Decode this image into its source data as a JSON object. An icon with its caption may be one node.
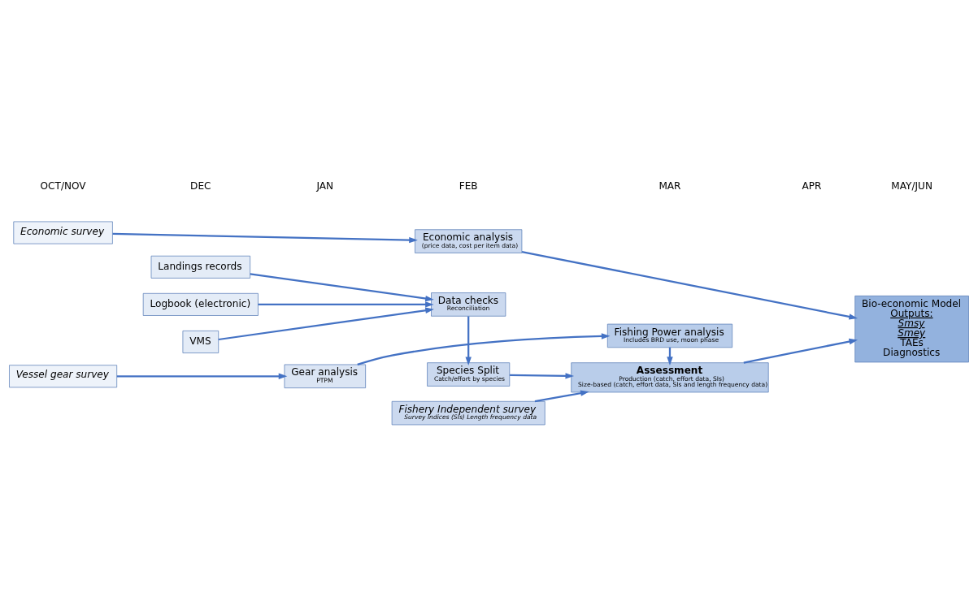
{
  "diagram": {
    "nodes": [
      {
        "text": [
          "Economic survey"
        ]
      },
      {
        "text": [
          "Economic analysis",
          "(price data, cost per item data)"
        ]
      },
      {
        "text": [
          "Landings records"
        ]
      },
      {
        "text": [
          "Logbook (electronic)"
        ]
      },
      {
        "text": [
          "VMS"
        ]
      },
      {
        "text": [
          "Data checks",
          "Reconciliation"
        ]
      },
      {
        "text": [
          "Species Split",
          "Catch/effort by species"
        ]
      },
      {
        "text": [
          "Assessment",
          "Production (catch, effort data, SIs)",
          "Size-based (catch, effort data, SIs and length frequency data)"
        ]
      },
      {
        "text": [
          "Bio-economic Model",
          "Outputs:",
          "Smsy",
          "Smey",
          "TAEs",
          "Diagnostics"
        ]
      },
      {
        "text": [
          "Vessel gear survey"
        ]
      },
      {
        "text": [
          "Gear analysis",
          "PTPM"
        ]
      },
      {
        "text": [
          "Fishing Power analysis",
          "Includes BRD use, moon phase"
        ]
      },
      {
        "text": [
          "Fishery Independent survey",
          "Survey Indices (SIs) Length frequency data"
        ]
      }
    ],
    "edges": [
      {
        "from": 0,
        "to": 1,
        "arrow": "to"
      },
      {
        "from": 1,
        "to": 8,
        "arrow": "to"
      },
      {
        "from": 2,
        "to": 5,
        "arrow": "to"
      },
      {
        "from": 3,
        "to": 5,
        "arrow": "to"
      },
      {
        "from": 4,
        "to": 5,
        "arrow": "to"
      },
      {
        "from": 5,
        "to": 6,
        "arrow": "to"
      },
      {
        "from": 6,
        "to": 7,
        "arrow": "to"
      },
      {
        "from": 9,
        "to": 10,
        "arrow": "to"
      },
      {
        "from": 10,
        "to": 11,
        "arrow": "to"
      },
      {
        "from": 11,
        "to": 7,
        "arrow": "to"
      },
      {
        "from": 12,
        "to": 7,
        "arrow": "to"
      },
      {
        "from": 7,
        "to": 8,
        "arrow": "to"
      }
    ],
    "labels": [
      "OCT/NOV",
      "DEC",
      "JAN",
      "FEB",
      "MAR",
      "APR",
      "MAY/JUN"
    ]
  }
}
